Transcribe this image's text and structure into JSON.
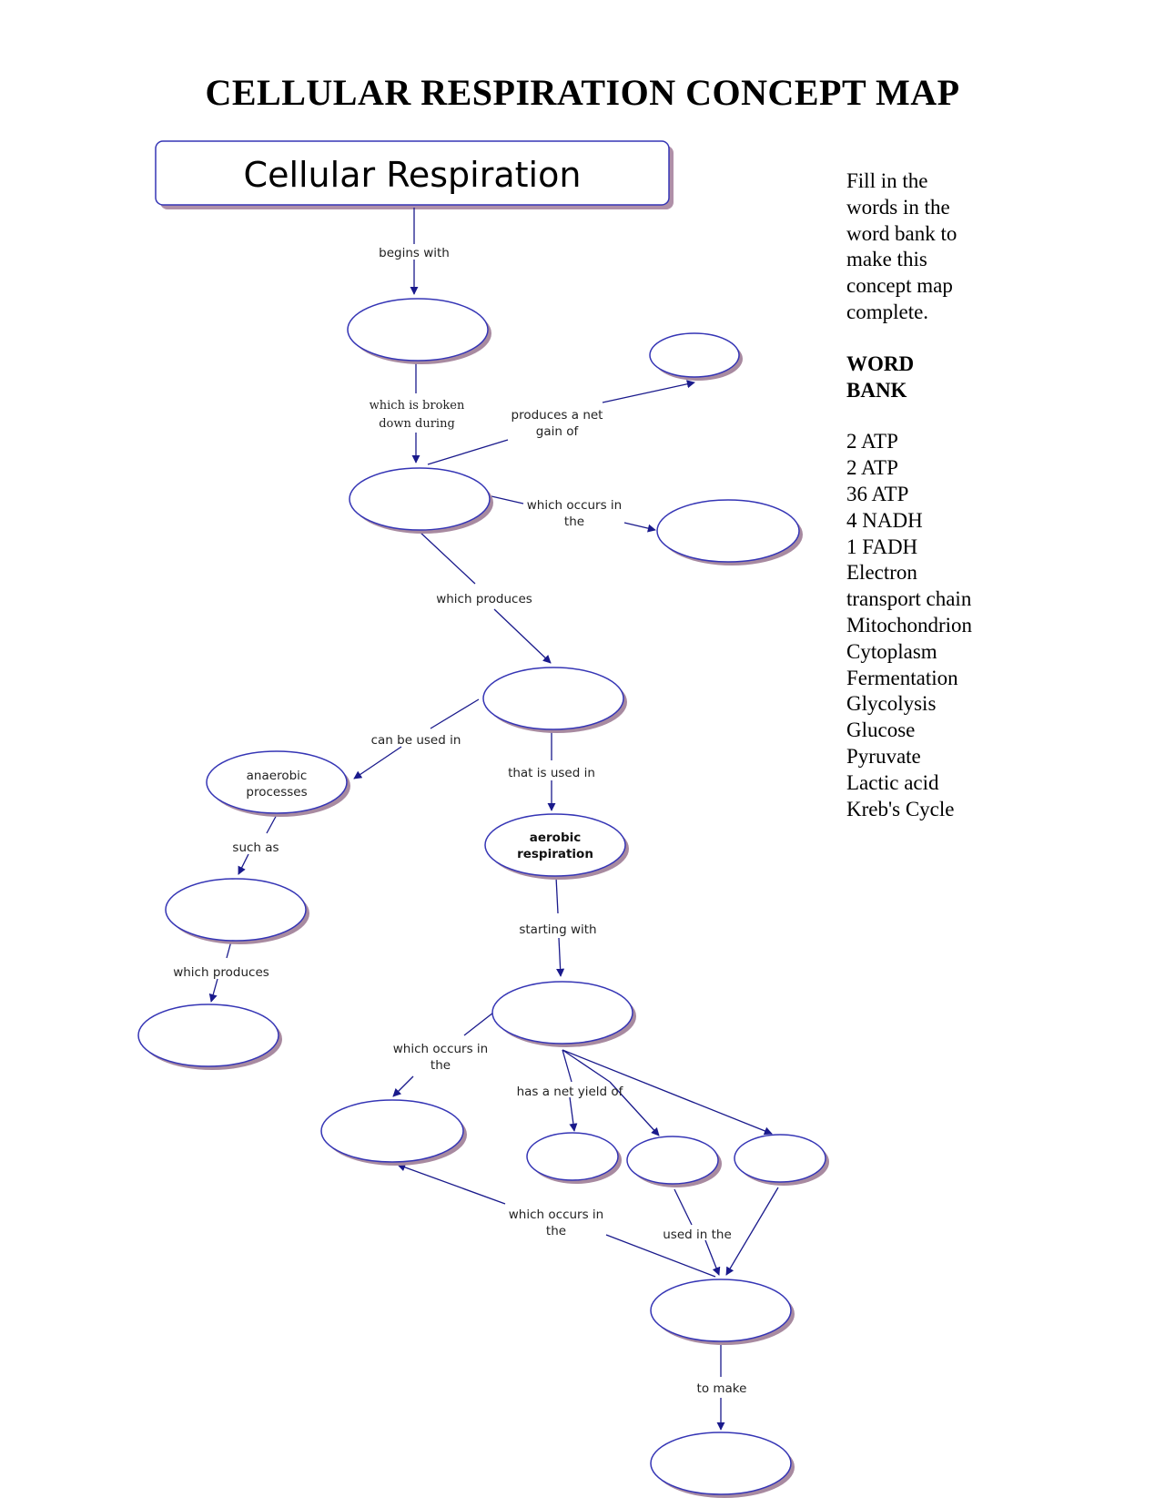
{
  "title": "CELLULAR RESPIRATION CONCEPT MAP",
  "colors": {
    "line": "#1a1a8c",
    "node_border": "#3535b5",
    "shadow": "#a88aa0"
  },
  "map": {
    "root": "Cellular Respiration",
    "nodes": {
      "anaerobic": [
        "anaerobic",
        "processes"
      ],
      "aerobic": [
        "aerobic",
        "respiration"
      ]
    },
    "links": {
      "begins_with": "begins with",
      "broken_down": [
        "which is broken",
        "down during"
      ],
      "produces_net_gain": [
        "produces a net",
        "gain of"
      ],
      "occurs_in_1": [
        "which occurs in",
        "the"
      ],
      "which_produces_1": "which produces",
      "can_be_used_in": "can be used in",
      "that_is_used_in": "that is used in",
      "such_as": "such as",
      "starting_with": "starting with",
      "which_produces_2": "which produces",
      "occurs_in_2": [
        "which occurs in",
        "the"
      ],
      "net_yield": "has a net yield of",
      "occurs_in_3": [
        "which occurs in",
        "the"
      ],
      "used_in_the": "used in the",
      "to_make": "to make"
    }
  },
  "instructions": [
    "Fill in the",
    "words in the",
    "word bank to",
    "make this",
    "concept map",
    "complete."
  ],
  "word_bank": {
    "title": [
      "WORD",
      "BANK"
    ],
    "items": [
      "2 ATP",
      "2 ATP",
      "36 ATP",
      "4 NADH",
      "1 FADH",
      "Electron",
      "transport chain",
      "Mitochondrion",
      "Cytoplasm",
      "Fermentation",
      "Glycolysis",
      "Glucose",
      "Pyruvate",
      "Lactic acid",
      "Kreb's Cycle"
    ]
  }
}
